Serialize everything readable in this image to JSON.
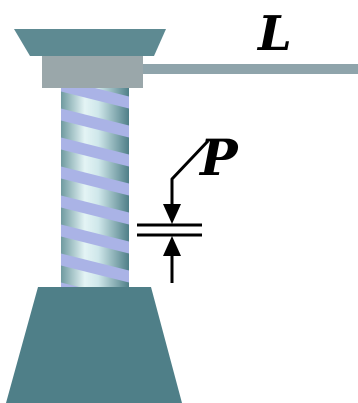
{
  "labels": {
    "lever_length": "L",
    "pitch": "P"
  },
  "colors": {
    "body_teal": "#4f7f88",
    "top_plate": "#5e8a92",
    "collar": "#9aa7aa",
    "lever": "#8fa4ab",
    "thread_light": "#aab3e6",
    "thread_dark": "#8c96d6",
    "shaft_highlight": "#dff0f2",
    "shaft_shade": "#5f8c92",
    "annotation": "#000000"
  },
  "parts": {
    "top_plate": "top-plate",
    "collar": "collar",
    "lever_arm": "lever-arm",
    "screw_shaft": "screw-shaft",
    "base": "base"
  }
}
